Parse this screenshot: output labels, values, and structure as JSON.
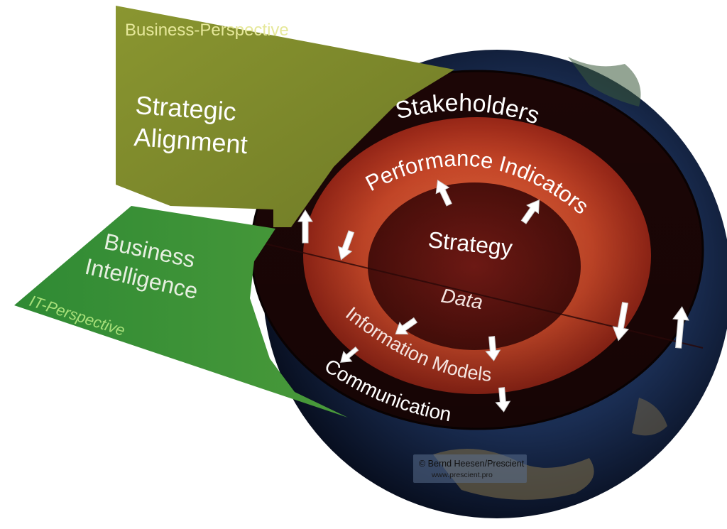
{
  "panels": {
    "business_perspective": "Business-Perspective",
    "strategic_alignment_line1": "Strategic",
    "strategic_alignment_line2": "Alignment",
    "business_intelligence_line1": "Business",
    "business_intelligence_line2": "Intelligence",
    "it_perspective": "IT-Perspective"
  },
  "rings": {
    "outer": "Stakeholders",
    "middle_top": "Performance Indicators",
    "core_top": "Strategy",
    "core_bottom": "Data",
    "middle_bottom": "Information Models",
    "outer_bottom": "Communication"
  },
  "watermark": {
    "copyright": "© Bernd Heesen/Prescient",
    "url": "www.prescient.pro"
  },
  "colors": {
    "business_panel": "#8f9a3a",
    "it_panel": "#3f8e3a",
    "outer_ring": "#1c0606",
    "middle_ring": "#d04a2a",
    "core": "#5a1410",
    "globe": "#1a2d52"
  }
}
